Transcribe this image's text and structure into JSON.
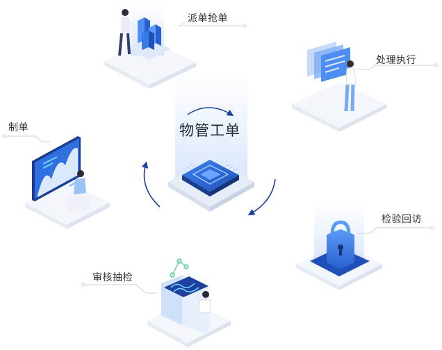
{
  "center": {
    "title": "物管工单"
  },
  "steps": [
    {
      "id": "dispatch",
      "label": "派单抢单",
      "icon": "building-blocks-icon"
    },
    {
      "id": "process",
      "label": "处理执行",
      "icon": "document-stack-icon"
    },
    {
      "id": "review",
      "label": "检验回访",
      "icon": "padlock-icon"
    },
    {
      "id": "audit",
      "label": "审核抽检",
      "icon": "wave-monitor-icon"
    },
    {
      "id": "create",
      "label": "制单",
      "icon": "chart-board-icon"
    }
  ],
  "colors": {
    "primary": "#2f6fe0",
    "primary_dark": "#1d3f9e",
    "light_blue": "#9cc1f6",
    "platform": "#f3f6fb",
    "line": "#c9d1dc",
    "arrow": "#1d3f9e"
  }
}
